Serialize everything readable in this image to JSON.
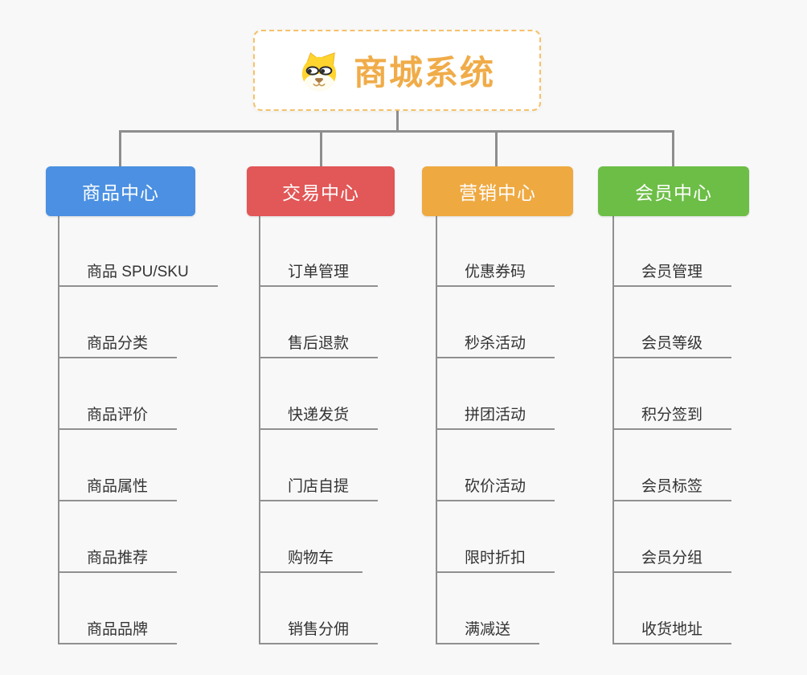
{
  "root": {
    "title": "商城系统",
    "icon": "dog-face-icon"
  },
  "palette": {
    "background": "#F8F8F8",
    "connector_line": "#8E8E8E",
    "root_text": "#F0AC49",
    "root_border": "#F5C169",
    "leaf_text": "#333333"
  },
  "branches": [
    {
      "label": "商品中心",
      "color": "#4B90E2",
      "items": [
        "商品 SPU/SKU",
        "商品分类",
        "商品评价",
        "商品属性",
        "商品推荐",
        "商品品牌"
      ]
    },
    {
      "label": "交易中心",
      "color": "#E25757",
      "items": [
        "订单管理",
        "售后退款",
        "快递发货",
        "门店自提",
        "购物车",
        "销售分佣"
      ]
    },
    {
      "label": "营销中心",
      "color": "#EFA941",
      "items": [
        "优惠券码",
        "秒杀活动",
        "拼团活动",
        "砍价活动",
        "限时折扣",
        "满减送"
      ]
    },
    {
      "label": "会员中心",
      "color": "#6CBE46",
      "items": [
        "会员管理",
        "会员等级",
        "积分签到",
        "会员标签",
        "会员分组",
        "收货地址"
      ]
    }
  ]
}
